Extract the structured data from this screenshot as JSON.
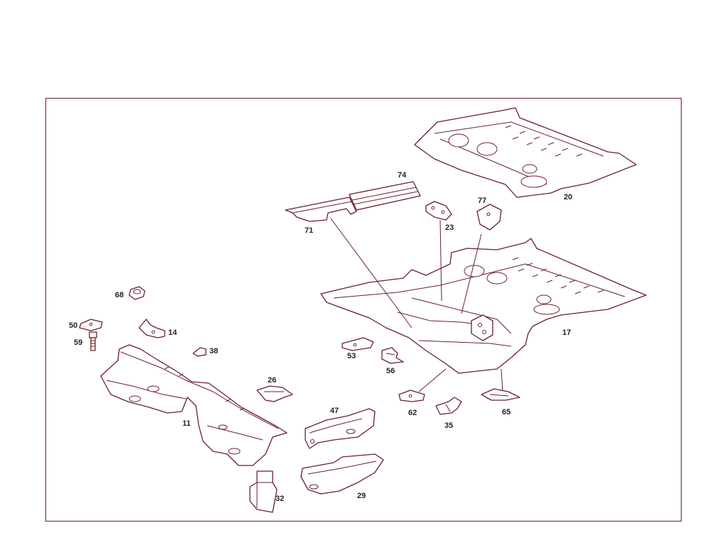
{
  "diagram": {
    "callouts": {
      "c20": "20",
      "c74": "74",
      "c71": "71",
      "c77": "77",
      "c23": "23",
      "c17": "17",
      "c68": "68",
      "c50": "50",
      "c14": "14",
      "c59": "59",
      "c38": "38",
      "c53": "53",
      "c56": "56",
      "c26": "26",
      "c11": "11",
      "c47": "47",
      "c62": "62",
      "c35": "35",
      "c65": "65",
      "c32": "32",
      "c29": "29"
    },
    "colors": {
      "line": "#6b1f2a",
      "text": "#222222",
      "background": "#ffffff"
    }
  }
}
